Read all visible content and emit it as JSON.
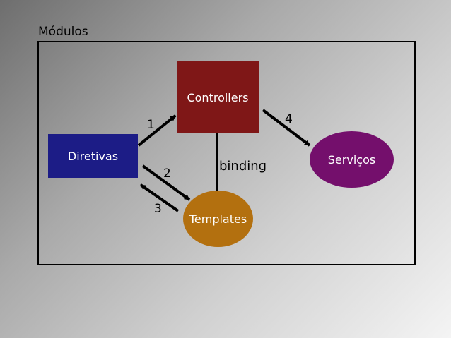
{
  "container": {
    "label": "Módulos"
  },
  "nodes": {
    "diretivas": "Diretivas",
    "controllers": "Controllers",
    "servicos": "Serviços",
    "templates": "Templates"
  },
  "edges": {
    "e1": "1",
    "e2": "2",
    "e3": "3",
    "e4": "4",
    "binding": "binding"
  },
  "colors": {
    "diretivas": "#1c1c86",
    "controllers": "#7f1717",
    "servicos": "#740f6c",
    "templates": "#b3700f"
  }
}
